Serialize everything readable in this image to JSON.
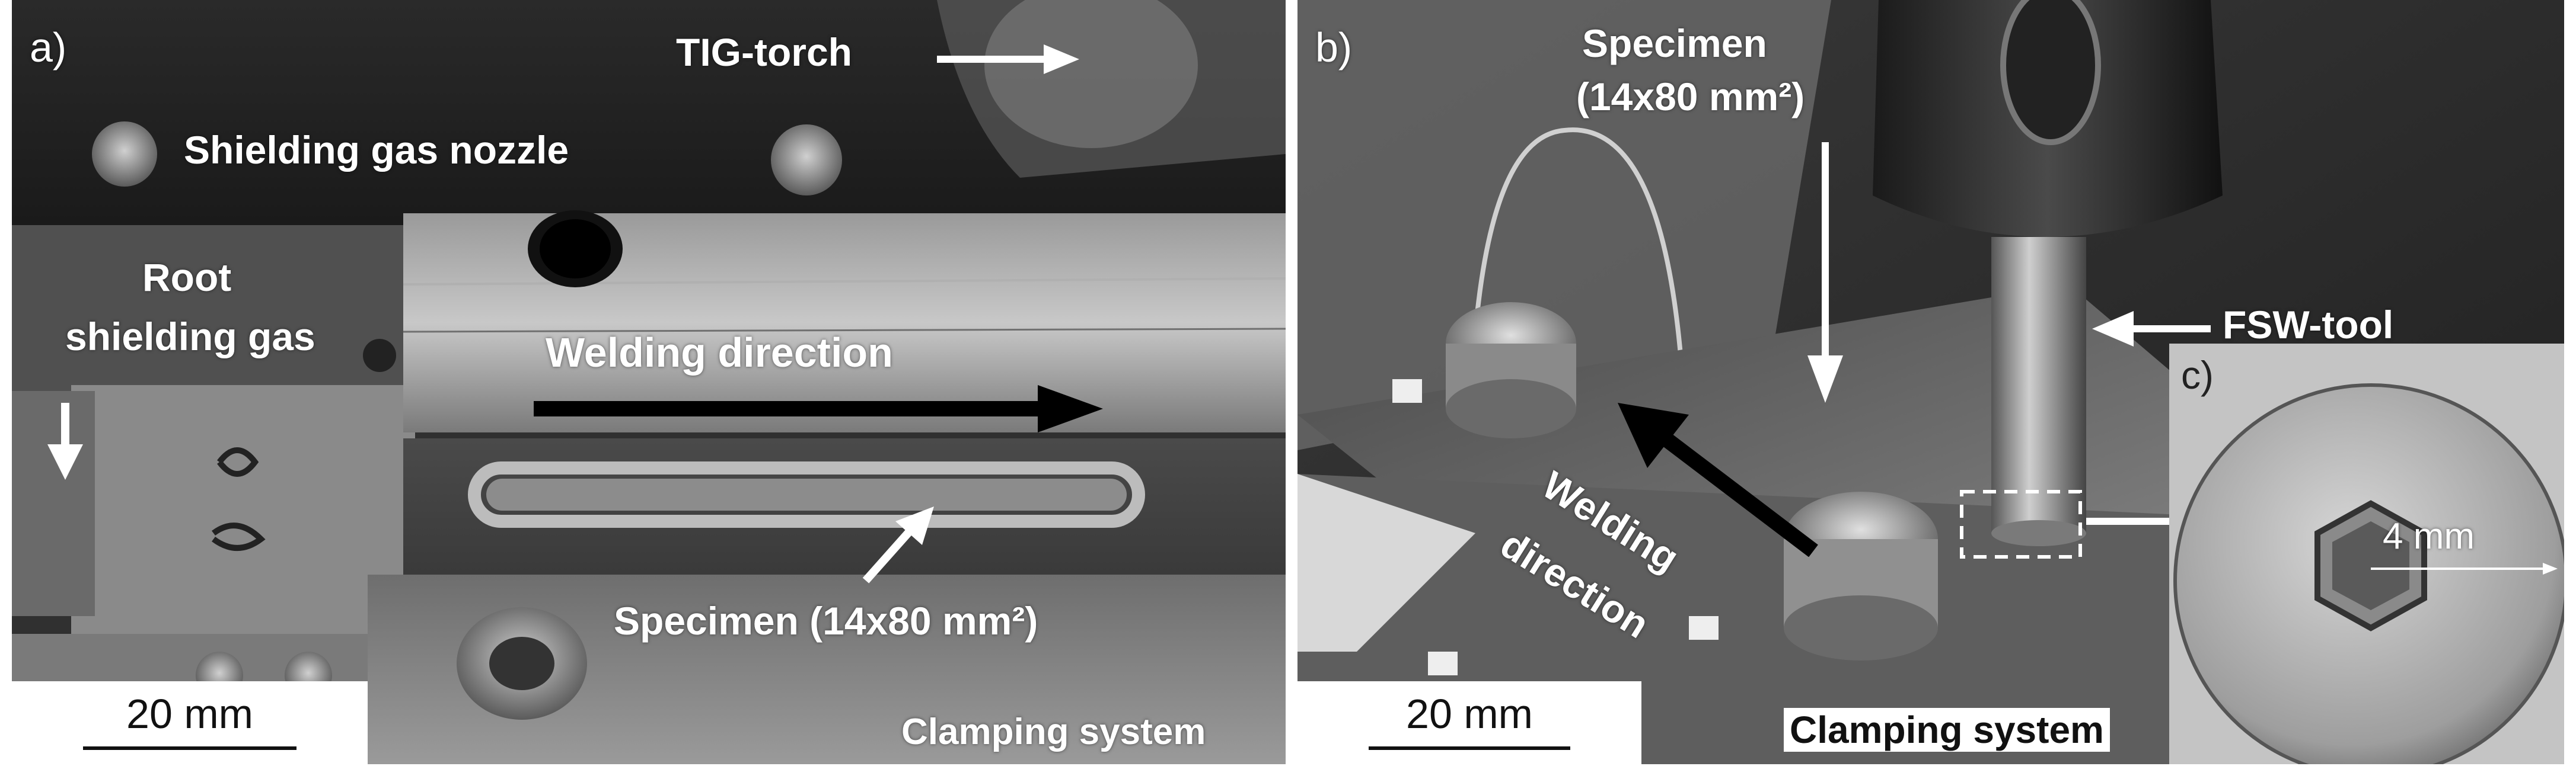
{
  "panel_a": {
    "panel_label": "a)",
    "labels": {
      "tig_torch": "TIG-torch",
      "shielding_gas_nozzle": "Shielding gas nozzle",
      "root_shielding_gas_line1": "Root",
      "root_shielding_gas_line2": "shielding gas",
      "welding_direction": "Welding direction",
      "specimen": "Specimen (14x80 mm²)",
      "clamping_system": "Clamping system"
    },
    "scale_bar": "20 mm"
  },
  "panel_b": {
    "panel_label": "b)",
    "labels": {
      "specimen_line1": "Specimen",
      "specimen_line2": "(14x80 mm²)",
      "fsw_tool": "FSW-tool",
      "welding_line1": "Welding",
      "welding_line2": "direction",
      "clamping_system": "Clamping system"
    },
    "scale_bar": "20 mm"
  },
  "panel_c": {
    "panel_label": "c)",
    "dimension": "4 mm"
  }
}
